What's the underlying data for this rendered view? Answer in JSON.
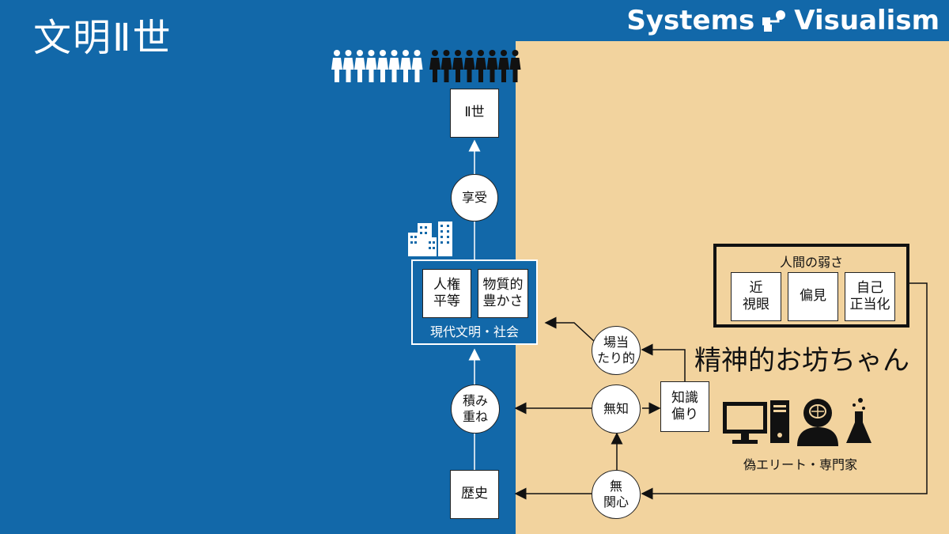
{
  "title": "文明Ⅱ世",
  "brand": {
    "left": "Systems",
    "right": "Visualism",
    "icon": "systems-visualism-logo-icon"
  },
  "nodes": {
    "nisei": "Ⅱ世",
    "kyoju": "享受",
    "jinken": [
      "人権",
      "平等"
    ],
    "busshitsu": [
      "物質的",
      "豊かさ"
    ],
    "civilization": "現代文明・社会",
    "tsumikasane": [
      "積み",
      "重ね"
    ],
    "rekishi": "歴史",
    "bashoatari": [
      "場当",
      "たり的"
    ],
    "muchi": "無知",
    "chishiki": [
      "知識",
      "偏り"
    ],
    "mukanshin": [
      "無",
      "関心"
    ]
  },
  "weakness": {
    "title": "人間の弱さ",
    "items": [
      [
        "近",
        "視眼"
      ],
      [
        "偏見"
      ],
      [
        "自己",
        "正当化"
      ]
    ]
  },
  "label_obocchan": "精神的お坊ちゃん",
  "label_elite": "偽エリート・専門家",
  "icons": [
    "people-white-icon",
    "people-black-icon",
    "buildings-icon",
    "computer-icon",
    "brain-head-icon",
    "flask-icon"
  ],
  "colors": {
    "blue": "#1268a9",
    "beige": "#f2d39e",
    "ink": "#111111",
    "white": "#ffffff"
  }
}
